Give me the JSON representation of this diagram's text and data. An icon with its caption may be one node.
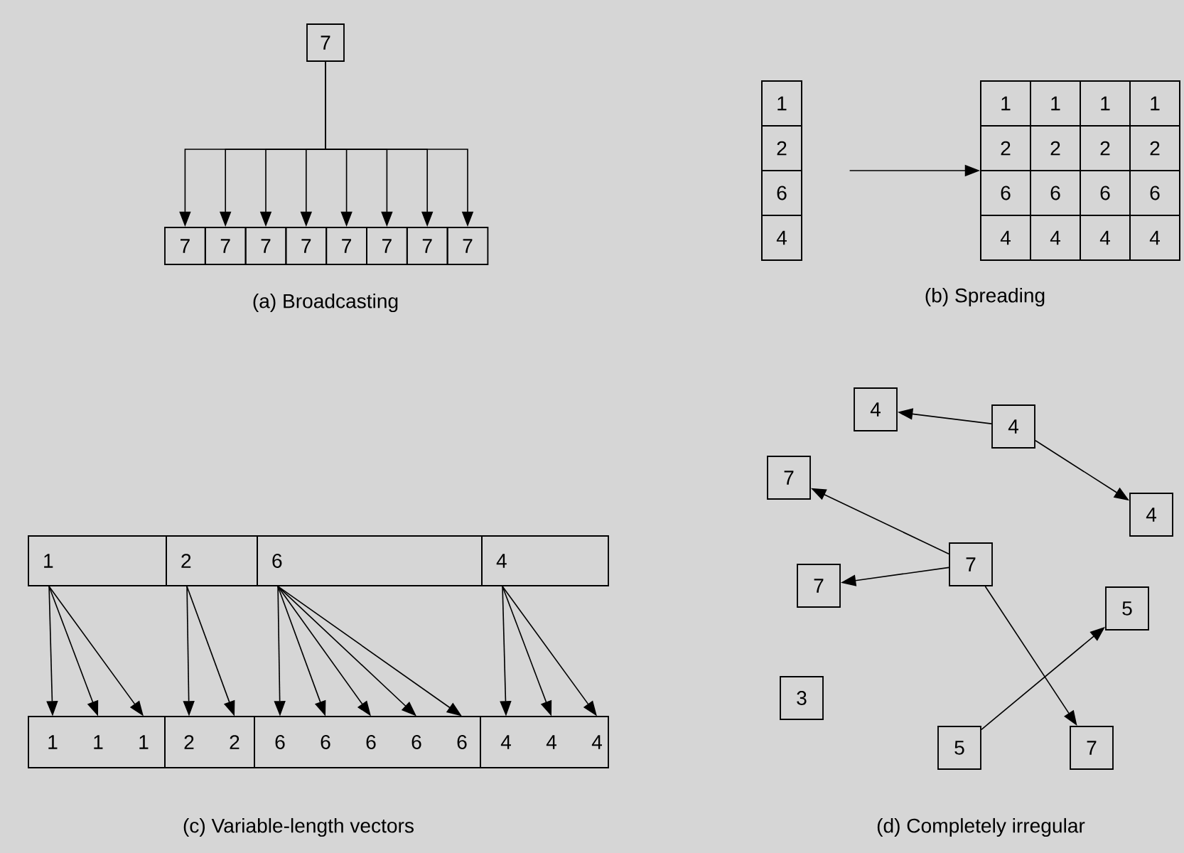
{
  "diagram": {
    "nodes": [
      {
        "text": [
          "7"
        ]
      },
      {
        "text": [
          "7"
        ]
      },
      {
        "text": [
          "7"
        ]
      },
      {
        "text": [
          "7"
        ]
      },
      {
        "text": [
          "7"
        ]
      },
      {
        "text": [
          "7"
        ]
      },
      {
        "text": [
          "7"
        ]
      },
      {
        "text": [
          "7"
        ]
      },
      {
        "text": [
          "7"
        ]
      },
      {
        "text": [],
        "shape": "box"
      },
      {
        "text": [
          "1"
        ],
        "in": 9
      },
      {
        "text": [
          "2"
        ],
        "in": 9
      },
      {
        "text": [
          "6"
        ],
        "in": 9
      },
      {
        "text": [
          "4"
        ],
        "in": 9
      },
      {
        "text": [],
        "shape": "box"
      },
      {
        "text": [
          "1"
        ],
        "in": 14
      },
      {
        "text": [
          "1"
        ],
        "in": 14
      },
      {
        "text": [
          "1"
        ],
        "in": 14
      },
      {
        "text": [
          "1"
        ],
        "in": 14
      },
      {
        "text": [
          "2"
        ],
        "in": 14
      },
      {
        "text": [
          "2"
        ],
        "in": 14
      },
      {
        "text": [
          "2"
        ],
        "in": 14
      },
      {
        "text": [
          "2"
        ],
        "in": 14
      },
      {
        "text": [
          "6"
        ],
        "in": 14
      },
      {
        "text": [
          "6"
        ],
        "in": 14
      },
      {
        "text": [
          "6"
        ],
        "in": 14
      },
      {
        "text": [
          "6"
        ],
        "in": 14
      },
      {
        "text": [
          "4"
        ],
        "in": 14
      },
      {
        "text": [
          "4"
        ],
        "in": 14
      },
      {
        "text": [
          "4"
        ],
        "in": 14
      },
      {
        "text": [
          "4"
        ],
        "in": 14
      },
      {
        "text": [
          "1"
        ]
      },
      {
        "text": [
          "2"
        ]
      },
      {
        "text": [
          "6"
        ]
      },
      {
        "text": [
          "4"
        ]
      },
      {
        "text": [],
        "shape": "box"
      },
      {
        "text": [],
        "shape": "box"
      },
      {
        "text": [],
        "shape": "box"
      },
      {
        "text": [],
        "shape": "box"
      },
      {
        "text": [
          "1"
        ],
        "in": 35
      },
      {
        "text": [
          "1"
        ],
        "in": 35
      },
      {
        "text": [
          "1"
        ],
        "in": 35
      },
      {
        "text": [
          "2"
        ],
        "in": 36
      },
      {
        "text": [
          "2"
        ],
        "in": 36
      },
      {
        "text": [
          "6"
        ],
        "in": 37
      },
      {
        "text": [
          "6"
        ],
        "in": 37
      },
      {
        "text": [
          "6"
        ],
        "in": 37
      },
      {
        "text": [
          "6"
        ],
        "in": 37
      },
      {
        "text": [
          "6"
        ],
        "in": 37
      },
      {
        "text": [
          "4"
        ],
        "in": 38
      },
      {
        "text": [
          "4"
        ],
        "in": 38
      },
      {
        "text": [
          "4"
        ],
        "in": 38
      },
      {
        "text": [
          "4"
        ]
      },
      {
        "text": [
          "4"
        ]
      },
      {
        "text": [
          "4"
        ]
      },
      {
        "text": [
          "7"
        ]
      },
      {
        "text": [
          "7"
        ]
      },
      {
        "text": [
          "7"
        ]
      },
      {
        "text": [
          "5"
        ]
      },
      {
        "text": [
          "3"
        ]
      },
      {
        "text": [
          "5"
        ]
      },
      {
        "text": [
          "7"
        ]
      }
    ],
    "edges": [
      {
        "from": 0,
        "to": 1,
        "arrow": "to"
      },
      {
        "from": 0,
        "to": 2,
        "arrow": "to"
      },
      {
        "from": 0,
        "to": 3,
        "arrow": "to"
      },
      {
        "from": 0,
        "to": 4,
        "arrow": "to"
      },
      {
        "from": 0,
        "to": 5,
        "arrow": "to"
      },
      {
        "from": 0,
        "to": 6,
        "arrow": "to"
      },
      {
        "from": 0,
        "to": 7,
        "arrow": "to"
      },
      {
        "from": 0,
        "to": 8,
        "arrow": "to"
      },
      {
        "from": 9,
        "to": 14,
        "arrow": "to"
      },
      {
        "from": 31,
        "to": 39,
        "arrow": "to"
      },
      {
        "from": 31,
        "to": 40,
        "arrow": "to"
      },
      {
        "from": 31,
        "to": 41,
        "arrow": "to"
      },
      {
        "from": 32,
        "to": 42,
        "arrow": "to"
      },
      {
        "from": 32,
        "to": 43,
        "arrow": "to"
      },
      {
        "from": 33,
        "to": 44,
        "arrow": "to"
      },
      {
        "from": 33,
        "to": 45,
        "arrow": "to"
      },
      {
        "from": 33,
        "to": 46,
        "arrow": "to"
      },
      {
        "from": 33,
        "to": 47,
        "arrow": "to"
      },
      {
        "from": 33,
        "to": 48,
        "arrow": "to"
      },
      {
        "from": 34,
        "to": 49,
        "arrow": "to"
      },
      {
        "from": 34,
        "to": 50,
        "arrow": "to"
      },
      {
        "from": 34,
        "to": 51,
        "arrow": "to"
      },
      {
        "from": 53,
        "to": 52,
        "arrow": "to"
      },
      {
        "from": 53,
        "to": 54,
        "arrow": "to"
      },
      {
        "from": 56,
        "to": 55,
        "arrow": "to"
      },
      {
        "from": 56,
        "to": 57,
        "arrow": "to"
      },
      {
        "from": 56,
        "to": 61,
        "arrow": "to"
      },
      {
        "from": 60,
        "to": 58,
        "arrow": "to"
      }
    ],
    "labels": [
      "(a) Broadcasting",
      "(b) Spreading",
      "(c) Variable-length vectors",
      "(d) Completely irregular"
    ]
  }
}
